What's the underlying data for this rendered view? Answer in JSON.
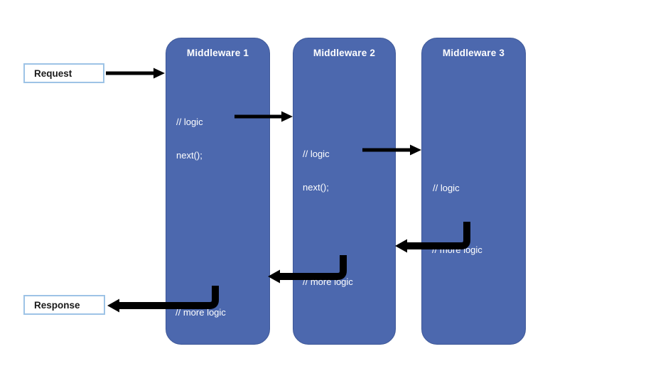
{
  "colors": {
    "box_fill": "#4c68ae",
    "box_border": "#3e5898",
    "box_text": "#ffffff",
    "label_box_border": "#9dc3e6",
    "label_box_fill": "#ffffff",
    "label_text": "#1a1a1a",
    "arrow_color": "#000000",
    "canvas_bg": "#ffffff"
  },
  "diagram": {
    "request": {
      "label": "Request"
    },
    "response": {
      "label": "Response"
    },
    "middlewares": [
      {
        "title": "Middleware 1",
        "lines": {
          "logic": "// logic",
          "next": "next();",
          "more_logic": "// more logic"
        }
      },
      {
        "title": "Middleware 2",
        "lines": {
          "logic": "// logic",
          "next": "next();",
          "more_logic": "// more logic"
        }
      },
      {
        "title": "Middleware 3",
        "lines": {
          "logic": "// logic",
          "more_logic": "// more logic"
        }
      }
    ],
    "edges": [
      {
        "from": "request",
        "to": "middleware-1",
        "style": "straight"
      },
      {
        "from": "middleware-1-next",
        "to": "middleware-2",
        "style": "straight"
      },
      {
        "from": "middleware-2-next",
        "to": "middleware-3",
        "style": "straight"
      },
      {
        "from": "middleware-3-more-logic",
        "to": "middleware-2-more-logic",
        "style": "elbow"
      },
      {
        "from": "middleware-2-more-logic",
        "to": "middleware-1-more-logic",
        "style": "elbow"
      },
      {
        "from": "middleware-1-more-logic",
        "to": "response",
        "style": "elbow"
      }
    ]
  }
}
